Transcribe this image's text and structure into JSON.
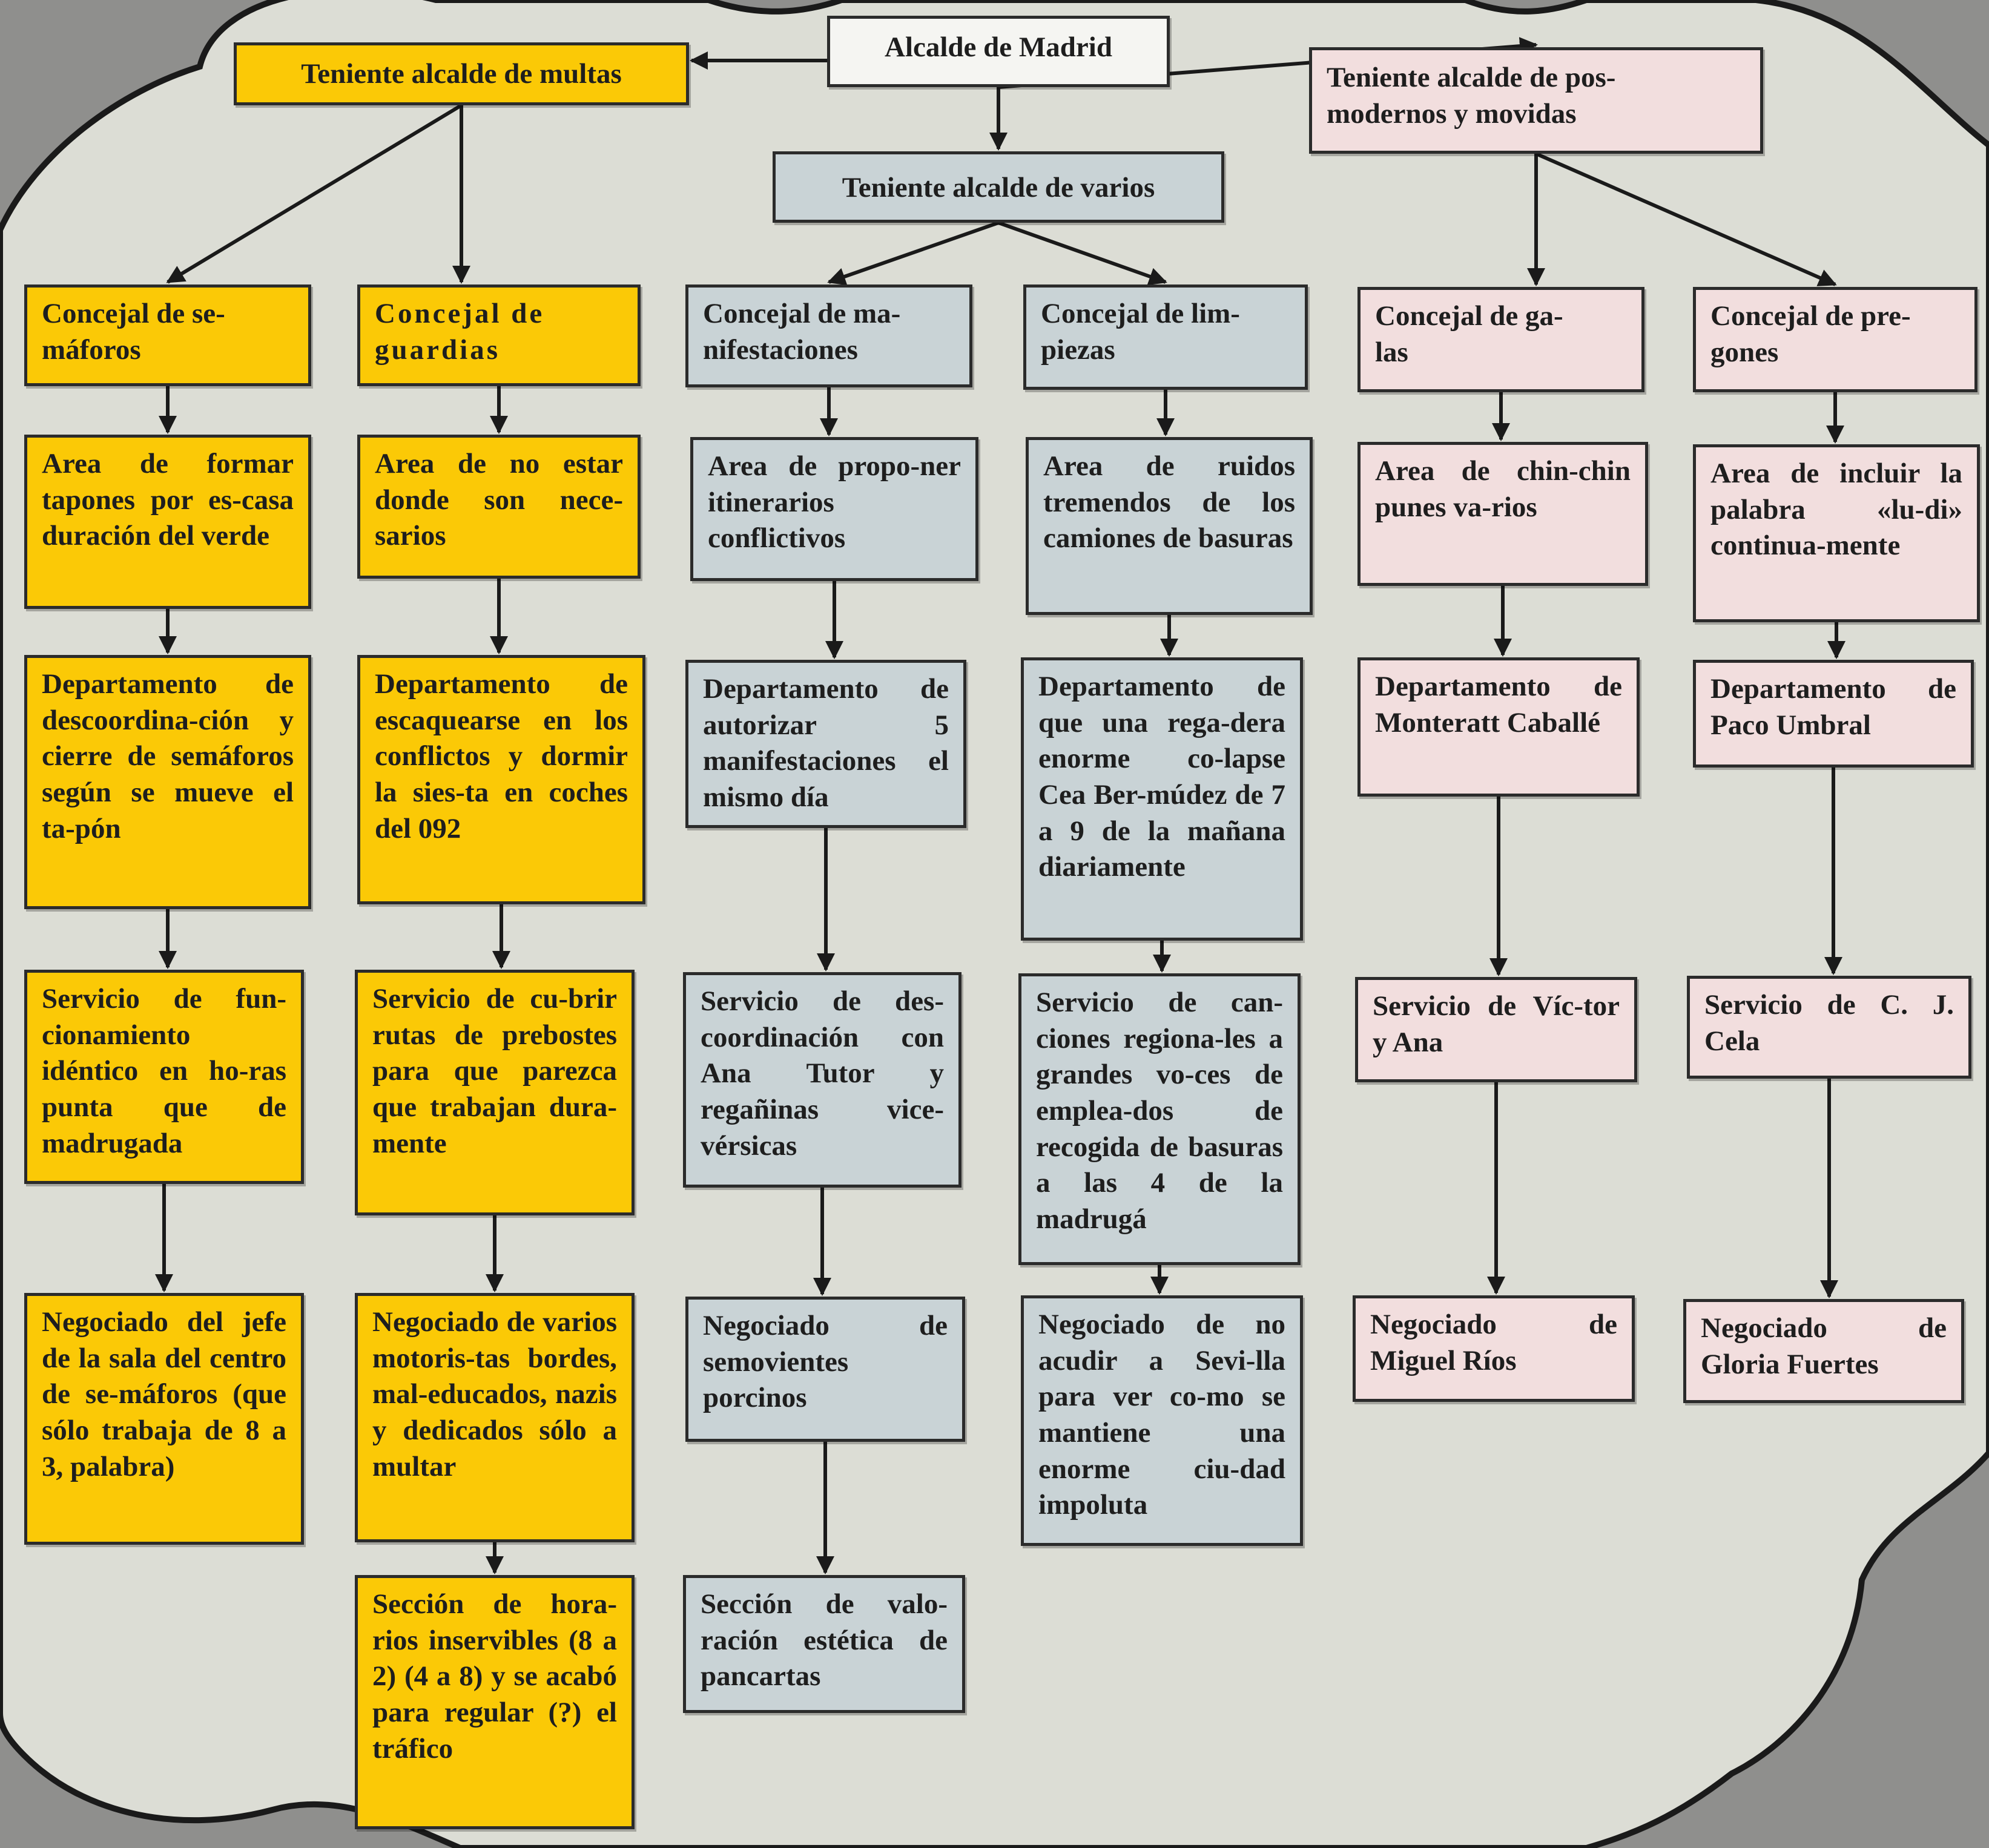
{
  "colors": {
    "background": "#8f8f8d",
    "cloud_fill": "#dcddd5",
    "outline": "#1a1a1a",
    "yellow": "#fbc906",
    "blue": "#c9d3d6",
    "pink": "#f2dede",
    "white": "#f5f5f2"
  },
  "nodes": {
    "alcalde": {
      "text": "Alcalde de Madrid",
      "color": "white"
    },
    "ten_multas": {
      "text": "Teniente alcalde de multas",
      "color": "yellow"
    },
    "ten_varios": {
      "text": "Teniente alcalde de varios",
      "color": "blue"
    },
    "ten_pos": {
      "text": "Teniente alcalde de pos-\nmodernos y movidas",
      "color": "pink"
    },
    "c_semaforos": {
      "text": "Concejal de se-\nmáforos",
      "color": "yellow"
    },
    "c_guardias": {
      "text": "Concejal de\nguardias",
      "color": "yellow"
    },
    "c_manif": {
      "text": "Concejal de ma-\nnifestaciones",
      "color": "blue"
    },
    "c_limp": {
      "text": "Concejal de lim-\npiezas",
      "color": "blue"
    },
    "c_galas": {
      "text": "Concejal de ga-\nlas",
      "color": "pink"
    },
    "c_pregones": {
      "text": "Concejal de pre-\ngones",
      "color": "pink"
    },
    "a_tapones": {
      "text": "Area de formar tapones por es-casa duración del verde",
      "color": "yellow"
    },
    "a_noestar": {
      "text": "Area de no estar donde son nece-sarios",
      "color": "yellow"
    },
    "a_itin": {
      "text": "Area de propo-ner itinerarios conflictivos",
      "color": "blue"
    },
    "a_ruidos": {
      "text": "Area de ruidos tremendos de los camiones de basuras",
      "color": "blue"
    },
    "a_chin": {
      "text": "Area de chin-chin punes va-rios",
      "color": "pink"
    },
    "a_ludi": {
      "text": "Area de incluir la palabra «lu-di» continua-mente",
      "color": "pink"
    },
    "d_descoord": {
      "text": "Departamento de descoordina-ción y cierre de semáforos según se mueve el ta-pón",
      "color": "yellow"
    },
    "d_escaq": {
      "text": "Departamento de escaquearse en los conflictos y dormir la sies-ta en coches del 092",
      "color": "yellow"
    },
    "d_autorizar": {
      "text": "Departamento de autorizar 5 manifestaciones el mismo día",
      "color": "blue"
    },
    "d_regadera": {
      "text": "Departamento de que una rega-dera enorme co-lapse Cea Ber-múdez de 7 a 9 de la mañana diariamente",
      "color": "blue"
    },
    "d_monteratt": {
      "text": "Departamento de Monteratt Caballé",
      "color": "pink"
    },
    "d_paco": {
      "text": "Departamento de Paco Umbral",
      "color": "pink"
    },
    "s_func": {
      "text": "Servicio de fun-cionamiento idéntico en ho-ras punta que de madrugada",
      "color": "yellow"
    },
    "s_rutas": {
      "text": "Servicio de cu-brir rutas de prebostes para que parezca que trabajan dura-mente",
      "color": "yellow"
    },
    "s_anatutor": {
      "text": "Servicio de des-coordinación con Ana Tutor y regañinas vice-vérsicas",
      "color": "blue"
    },
    "s_canciones": {
      "text": "Servicio de can-ciones regiona-les a grandes vo-ces de emplea-dos de recogida de basuras a las 4 de la madrugá",
      "color": "blue"
    },
    "s_victor": {
      "text": "Servicio de Víc-tor y Ana",
      "color": "pink"
    },
    "s_cela": {
      "text": "Servicio de C. J. Cela",
      "color": "pink"
    },
    "n_jefe": {
      "text": "Negociado del jefe de la sala del centro de se-máforos (que sólo trabaja de 8 a 3, palabra)",
      "color": "yellow"
    },
    "n_motoristas": {
      "text": "Negociado de varios motoris-tas bordes, mal-educados, nazis y dedicados sólo a multar",
      "color": "yellow"
    },
    "n_semovientes": {
      "text": "Negociado de semovientes porcinos",
      "color": "blue"
    },
    "n_sevilla": {
      "text": "Negociado de no acudir a Sevi-lla para ver co-mo se mantiene una enorme ciu-dad impoluta",
      "color": "blue"
    },
    "n_rios": {
      "text": "Negociado de Miguel Ríos",
      "color": "pink"
    },
    "n_gloria": {
      "text": "Negociado de Gloria Fuertes",
      "color": "pink"
    },
    "sec_horarios": {
      "text": "Sección de hora-rios inservibles (8 a 2) (4 a 8) y se acabó para regular (?) el tráfico",
      "color": "yellow"
    },
    "sec_pancartas": {
      "text": "Sección de valo-ración estética de pancartas",
      "color": "blue"
    }
  },
  "edges": [
    [
      "alcalde",
      "ten_multas"
    ],
    [
      "alcalde",
      "ten_varios"
    ],
    [
      "alcalde",
      "ten_pos"
    ],
    [
      "ten_multas",
      "c_semaforos"
    ],
    [
      "ten_multas",
      "c_guardias"
    ],
    [
      "ten_varios",
      "c_manif"
    ],
    [
      "ten_varios",
      "c_limp"
    ],
    [
      "ten_pos",
      "c_galas"
    ],
    [
      "ten_pos",
      "c_pregones"
    ],
    [
      "c_semaforos",
      "a_tapones"
    ],
    [
      "a_tapones",
      "d_descoord"
    ],
    [
      "d_descoord",
      "s_func"
    ],
    [
      "s_func",
      "n_jefe"
    ],
    [
      "c_guardias",
      "a_noestar"
    ],
    [
      "a_noestar",
      "d_escaq"
    ],
    [
      "d_escaq",
      "s_rutas"
    ],
    [
      "s_rutas",
      "n_motoristas"
    ],
    [
      "n_motoristas",
      "sec_horarios"
    ],
    [
      "c_manif",
      "a_itin"
    ],
    [
      "a_itin",
      "d_autorizar"
    ],
    [
      "d_autorizar",
      "s_anatutor"
    ],
    [
      "s_anatutor",
      "n_semovientes"
    ],
    [
      "n_semovientes",
      "sec_pancartas"
    ],
    [
      "c_limp",
      "a_ruidos"
    ],
    [
      "a_ruidos",
      "d_regadera"
    ],
    [
      "d_regadera",
      "s_canciones"
    ],
    [
      "s_canciones",
      "n_sevilla"
    ],
    [
      "c_galas",
      "a_chin"
    ],
    [
      "a_chin",
      "d_monteratt"
    ],
    [
      "d_monteratt",
      "s_victor"
    ],
    [
      "s_victor",
      "n_rios"
    ],
    [
      "c_pregones",
      "a_ludi"
    ],
    [
      "a_ludi",
      "d_paco"
    ],
    [
      "d_paco",
      "s_cela"
    ],
    [
      "s_cela",
      "n_gloria"
    ]
  ]
}
